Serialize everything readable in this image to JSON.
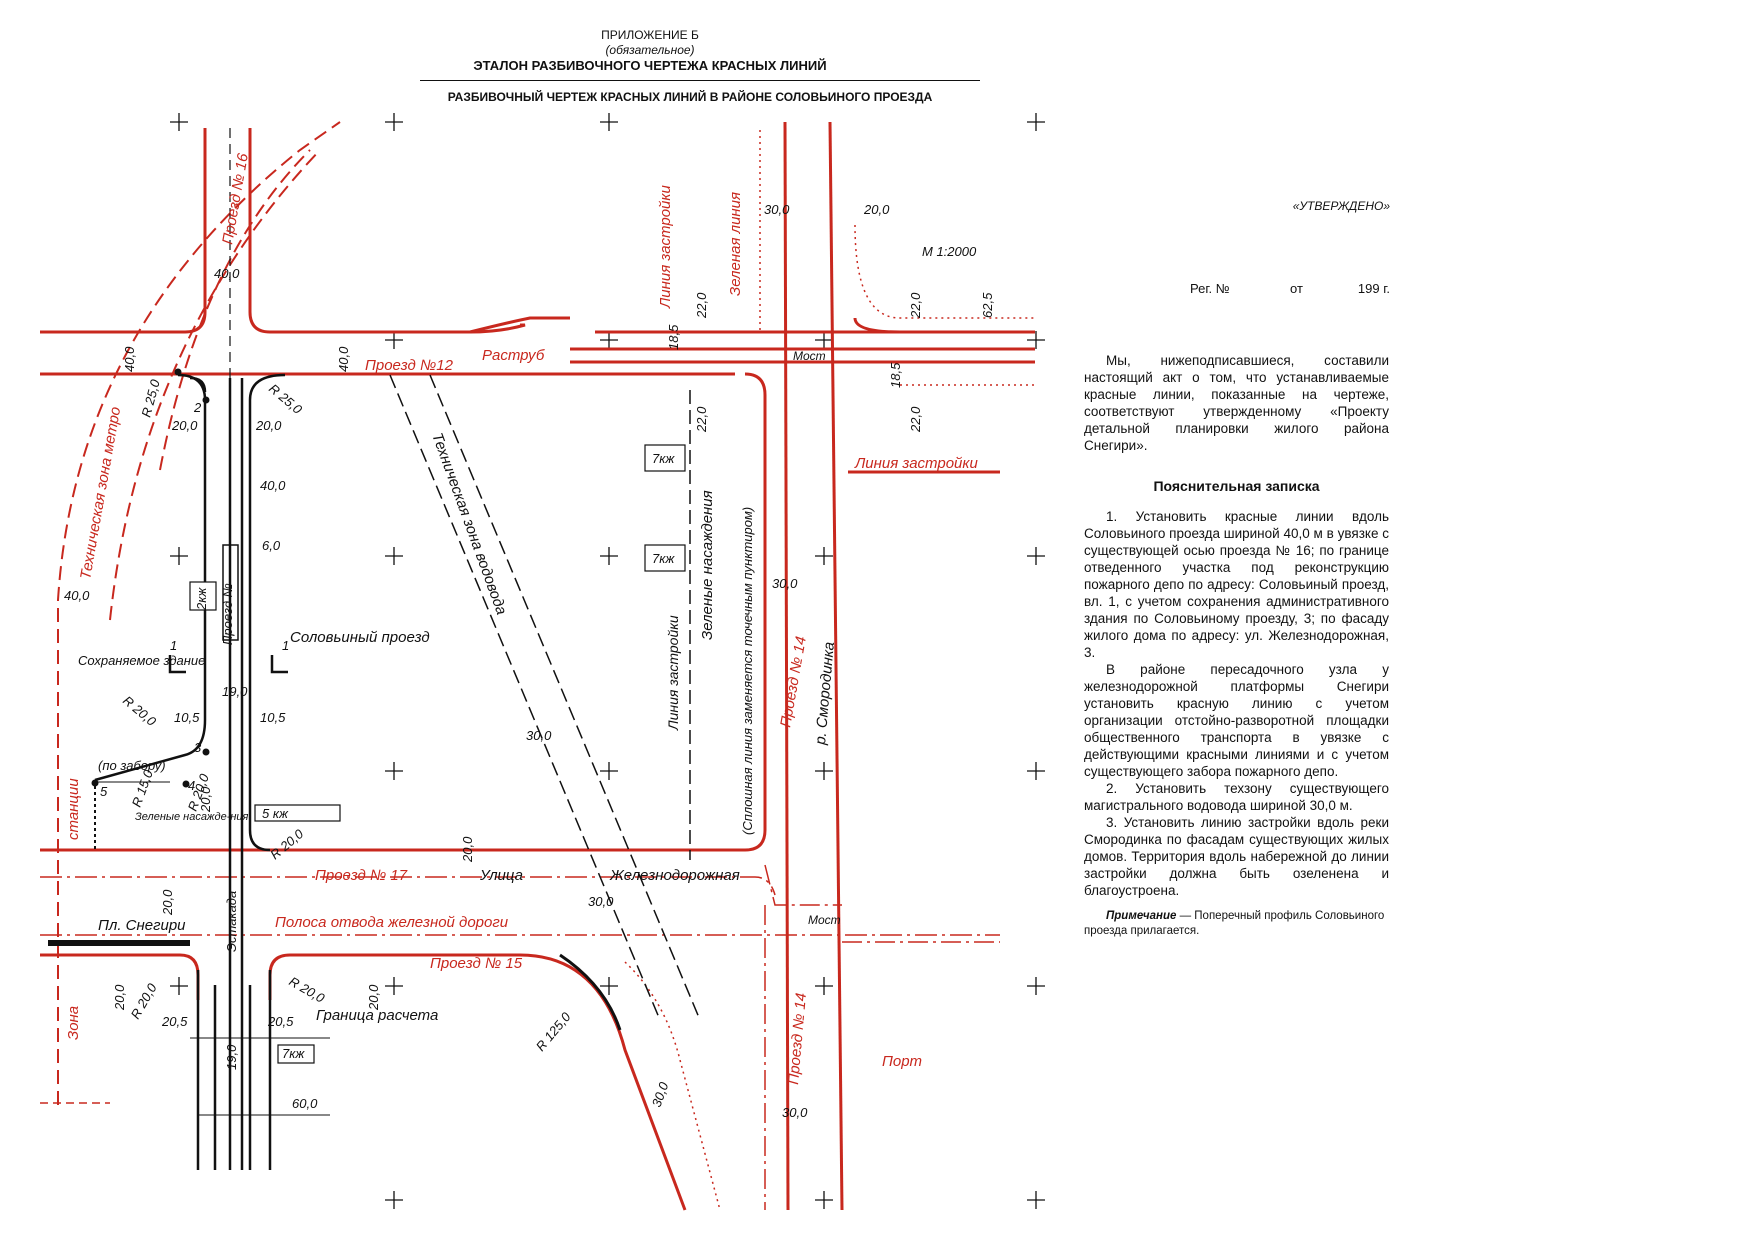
{
  "header": {
    "appendix": "ПРИЛОЖЕНИЕ Б",
    "mandatory": "(обязательное)",
    "title": "ЭТАЛОН РАЗБИВОЧНОГО ЧЕРТЕЖА КРАСНЫХ ЛИНИЙ",
    "subtitle": "РАЗБИВОЧНЫЙ ЧЕРТЕЖ КРАСНЫХ ЛИНИЙ В РАЙОНЕ СОЛОВЬИНОГО ПРОЕЗДА"
  },
  "approval": {
    "approved": "«УТВЕРЖДЕНО»",
    "reg": "Рег. №",
    "from": "от",
    "year": "199 г."
  },
  "statement": "Мы, нижеподписавшиеся, составили настоящий акт о том, что устанавливаемые красные линии, показанные на чертеже, соответствуют утвержденному «Проекту детальной планировки жилого района Снегири».",
  "note_title": "Пояснительная записка",
  "notes": [
    "1. Установить красные линии вдоль Соловьиного проезда шириной 40,0 м в увязке с существующей осью проезда № 16; по границе отведенного участка под реконструкцию пожарного депо по адресу: Соловьиный проезд, вл. 1, с учетом сохранения административного здания по Соловьиному проезду, 3; по фасаду жилого дома по адресу: ул. Железнодорожная, 3.",
    "В районе пересадочного узла у железнодорожной платформы Снегири установить красную линию с учетом организации отстойно-разворотной площадки общественного транспорта в увязке с действующими красными линиями и с учетом существующего забора пожарного депо.",
    "2. Установить техзону существующего магистрального водовода шириной 30,0 м.",
    "3. Установить линию застройки вдоль реки Смородинка по фасадам существующих жилых домов. Территория вдоль набережной до линии застройки должна быть озеленена и благоустроена."
  ],
  "remark_label": "Примечание",
  "remark_text": " — Поперечный профиль Соловьиного проезда прилагается.",
  "map": {
    "scale": "М 1:2000",
    "colors": {
      "red": "#c8281e",
      "black": "#111111"
    },
    "labels": {
      "proezd16": "Проезд № 16",
      "proezd12": "Проезд №12",
      "rastrub": "Раструб",
      "most": "Мост",
      "liniya_zastroiki": "Линия застройки",
      "zelenaya_liniya": "Зеленая линия",
      "tech_zona_metro": "Техническая зона метро",
      "tech_zona_vodovoda": "Техническая зона водовода",
      "solovyiny": "Соловьиный проезд",
      "proezd_no": "Проезд №",
      "sokhr": "Сохраняемое здание",
      "zelenye_nasazhdeniya": "Зеленые насаждения",
      "sploshnaya": "(Сплошная линия заменяется точечным пунктиром)",
      "proezd14": "Проезд № 14",
      "reka": "р. Смородинка",
      "po_zaboru": "(по забору)",
      "stantsii": "станции",
      "zona": "Зона",
      "proezd17": "Проезд № 17",
      "ulitsa": "Улица",
      "zheleznodorozhnaya": "Железнодорожная",
      "polosa": "Полоса отвода железной дороги",
      "pl_snegiri": "Пл. Снегири",
      "estakada": "Эстакада",
      "proezd15": "Проезд № 15",
      "granitsa": "Граница расчета",
      "port": "Порт",
      "zel_nas_small": "Зеленые насажде-ния"
    },
    "dims": {
      "d40_top": "40,0",
      "d40_left": "40,0",
      "d40_p12": "40,0",
      "d40_metro": "40,0",
      "d40_mid": "40,0",
      "r25a": "R 25,0",
      "r25b": "R 25,0",
      "d20a": "20,0",
      "d20b": "20,0",
      "d6": "6,0",
      "d19": "19,0",
      "d105a": "10,5",
      "d105b": "10,5",
      "r20a": "R 20,0",
      "r20b": "R 20,0",
      "d20v": "20,0",
      "d20p17": "20,0",
      "d20p": "20,0",
      "d20c": "20,0",
      "d30a": "30,0",
      "d30b": "30,0",
      "d30c": "30,0",
      "d30d": "30,0",
      "d30e": "30,0",
      "d22a": "22,0",
      "d22b": "22,0",
      "d22c": "22,0",
      "d22d": "22,0",
      "d185a": "18,5",
      "d185b": "18,5",
      "d625": "62,5",
      "r20c": "R 20,0",
      "r20d": "R 20,0",
      "d205a": "20,5",
      "d205b": "20,5",
      "d19b": "19,0",
      "d60": "60,0",
      "r125": "R 125,0",
      "d20e": "20,0",
      "d20f": "20,0",
      "b4": "7кж",
      "b3": "7кж",
      "b2": "2кж",
      "b5": "5 кж",
      "b7": "7кж",
      "n1": "1",
      "n2": "2",
      "n3": "3",
      "n4": "4",
      "n5": "5",
      "r15": "R 15,0",
      "r20s": "R 20,0"
    }
  }
}
